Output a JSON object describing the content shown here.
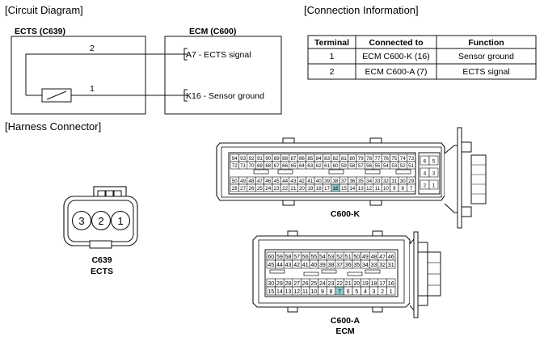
{
  "sections": {
    "circuit": "[Circuit Diagram]",
    "connection": "[Connection Information]",
    "harness": "[Harness Connector]"
  },
  "circuit": {
    "sensor_title": "ECTS (C639)",
    "ecm_title": "ECM (C600)",
    "wire_top_pin": "2",
    "wire_bottom_pin": "1",
    "ecm_pin_top_id": "A",
    "ecm_pin_top_text": "7 - ECTS signal",
    "ecm_pin_bottom_id": "K",
    "ecm_pin_bottom_text": "16 - Sensor ground"
  },
  "table": {
    "headers": [
      "Terminal",
      "Connected to",
      "Function"
    ],
    "rows": [
      [
        "1",
        "ECM C600-K (16)",
        "Sensor ground"
      ],
      [
        "2",
        "ECM C600-A (7)",
        "ECTS signal"
      ]
    ]
  },
  "connectors": {
    "ects": {
      "pins": [
        "3",
        "2",
        "1"
      ],
      "label1": "C639",
      "label2": "ECTS"
    },
    "c600k": {
      "label": "C600-K",
      "row1": [
        "94",
        "93",
        "92",
        "91",
        "90",
        "89",
        "88",
        "87",
        "86",
        "85",
        "84",
        "83",
        "82",
        "81",
        "80",
        "79",
        "78",
        "77",
        "76",
        "75",
        "74",
        "73"
      ],
      "row2": [
        "72",
        "71",
        "70",
        "69",
        "68",
        "67",
        "66",
        "65",
        "64",
        "63",
        "62",
        "61",
        "60",
        "59",
        "58",
        "57",
        "56",
        "55",
        "54",
        "53",
        "52",
        "51"
      ],
      "row3": [
        "50",
        "49",
        "48",
        "47",
        "46",
        "45",
        "44",
        "43",
        "42",
        "41",
        "40",
        "39",
        "38",
        "37",
        "36",
        "35",
        "34",
        "33",
        "32",
        "31",
        "30",
        "29"
      ],
      "row4": [
        "28",
        "27",
        "26",
        "25",
        "24",
        "23",
        "22",
        "21",
        "20",
        "19",
        "18",
        "17",
        "16",
        "15",
        "14",
        "13",
        "12",
        "11",
        "10",
        "9",
        "8",
        "7"
      ],
      "side": [
        [
          "6",
          "5"
        ],
        [
          "4",
          "3"
        ],
        [
          "2",
          "1"
        ]
      ],
      "highlight": "16"
    },
    "c600a": {
      "label1": "C600-A",
      "label2": "ECM",
      "row1": [
        "60",
        "59",
        "58",
        "57",
        "56",
        "55",
        "54",
        "53",
        "52",
        "51",
        "50",
        "49",
        "48",
        "47",
        "46"
      ],
      "row2": [
        "45",
        "44",
        "43",
        "42",
        "41",
        "40",
        "39",
        "38",
        "37",
        "36",
        "35",
        "34",
        "33",
        "32",
        "31"
      ],
      "row3": [
        "30",
        "29",
        "28",
        "27",
        "26",
        "25",
        "24",
        "23",
        "22",
        "21",
        "20",
        "19",
        "18",
        "17",
        "16"
      ],
      "row4": [
        "15",
        "14",
        "13",
        "12",
        "11",
        "10",
        "9",
        "8",
        "7",
        "6",
        "5",
        "4",
        "3",
        "2",
        "1"
      ],
      "highlight": "7"
    }
  }
}
